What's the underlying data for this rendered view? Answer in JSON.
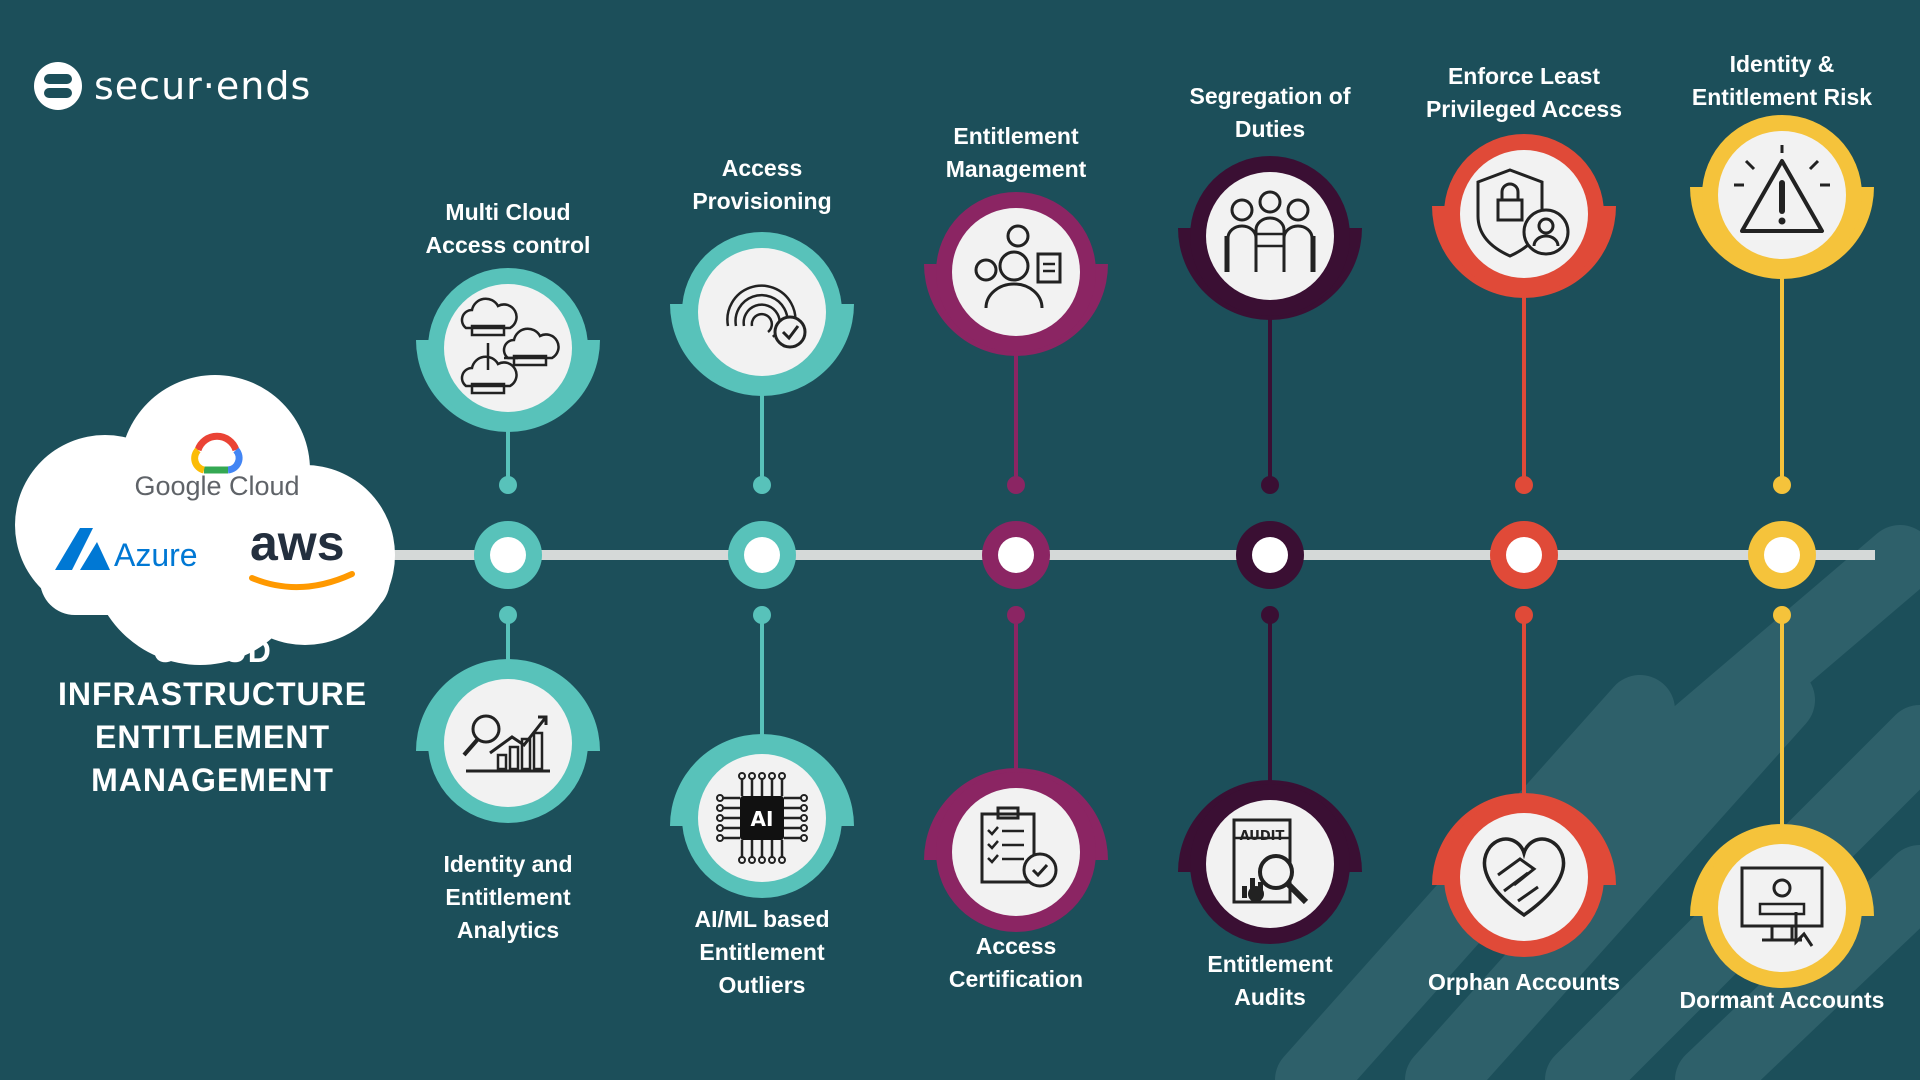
{
  "brand": {
    "logo_text": "secur·ends"
  },
  "title": {
    "lines": [
      "CLOUD",
      "INFRASTRUCTURE",
      "ENTITLEMENT",
      "MANAGEMENT"
    ]
  },
  "cloud": {
    "google": "Google Cloud",
    "azure": "Azure",
    "aws": "aws"
  },
  "colors": {
    "background": "#1c4f5a",
    "teal": "#58c2ba",
    "magenta": "#8b2563",
    "dark_purple": "#3a0f33",
    "red": "#e04a38",
    "yellow": "#f5c33b",
    "line": "#d5d9d8"
  },
  "nodes": [
    {
      "id": "n1",
      "color": "teal",
      "top": {
        "lines": [
          "Multi Cloud",
          "Access control"
        ],
        "icon": "multi-cloud-servers-icon"
      },
      "bottom": {
        "lines": [
          "Identity and",
          "Entitlement",
          "Analytics"
        ],
        "icon": "analytics-chart-icon"
      }
    },
    {
      "id": "n2",
      "color": "teal",
      "top": {
        "lines": [
          "Access",
          "Provisioning"
        ],
        "icon": "fingerprint-check-icon"
      },
      "bottom": {
        "lines": [
          "AI/ML based",
          "Entitlement",
          "Outliers"
        ],
        "icon": "ai-chip-icon",
        "chip_text": "AI"
      }
    },
    {
      "id": "n3",
      "color": "magenta",
      "top": {
        "lines": [
          "Entitlement",
          "Management"
        ],
        "icon": "user-gear-clipboard-icon"
      },
      "bottom": {
        "lines": [
          "Access",
          "Certification"
        ],
        "icon": "certificate-clipboard-icon"
      }
    },
    {
      "id": "n4",
      "color": "dark_purple",
      "top": {
        "lines": [
          "Segregation of",
          "Duties"
        ],
        "icon": "team-group-icon"
      },
      "bottom": {
        "lines": [
          "Entitlement",
          "Audits"
        ],
        "icon": "audit-magnifier-icon",
        "doc_text": "AUDIT"
      }
    },
    {
      "id": "n5",
      "color": "red",
      "top": {
        "lines": [
          "Enforce Least",
          "Privileged Access"
        ],
        "icon": "shield-lock-user-icon"
      },
      "bottom": {
        "lines": [
          "Orphan Accounts"
        ],
        "icon": "heart-hands-icon"
      }
    },
    {
      "id": "n6",
      "color": "yellow",
      "top": {
        "lines": [
          "Identity &",
          "Entitlement Risk"
        ],
        "icon": "warning-triangle-icon"
      },
      "bottom": {
        "lines": [
          "Dormant Accounts"
        ],
        "icon": "monitor-login-icon"
      }
    }
  ]
}
